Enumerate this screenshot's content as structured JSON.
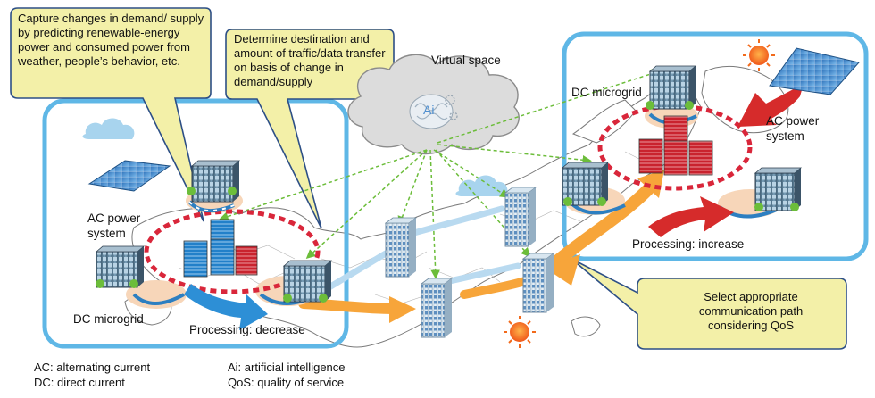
{
  "callouts": {
    "predict": "Capture changes in demand/ supply by predicting renewable-energy power and consumed power from weather, people’s behavior, etc.",
    "transfer": "Determine destination and amount of traffic/data transfer on basis of change in demand/supply",
    "path": "Select appropriate communication path considering QoS"
  },
  "labels": {
    "virtual_space": "Virtual space",
    "ai_badge": "Ai",
    "left_ac": "AC power system",
    "left_dc": "DC microgrid",
    "left_processing": "Processing: decrease",
    "right_dc": "DC microgrid",
    "right_ac": "AC power system",
    "right_processing": "Processing: increase"
  },
  "legend": [
    {
      "text": "AC: alternating current"
    },
    {
      "text": "DC: direct current"
    },
    {
      "text": "Ai: artificial intelligence"
    },
    {
      "text": "QoS: quality of service"
    }
  ],
  "colors": {
    "frame": "#5fb7e6",
    "callout_fill": "#f3f0a8",
    "callout_border": "#2d4f86",
    "ring": "#d9263a",
    "link": "#6cbd3a",
    "arrow_orange": "#f7a53a",
    "arrow_blue": "#2d8fd6",
    "arrow_red": "#d62b2b",
    "sun": "#f26a1b"
  }
}
